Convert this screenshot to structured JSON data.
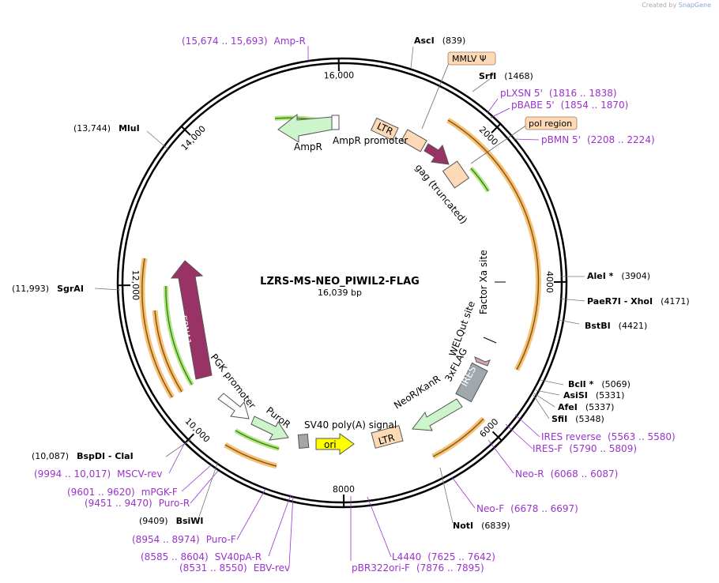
{
  "credit": {
    "prefix": "Created by",
    "brand": "SnapGene"
  },
  "title": "LZRS-MS-NEO_PIWIL2-FLAG",
  "length_label": "16,039 bp",
  "total_bp": 16039,
  "ticks": [
    {
      "bp": 2000,
      "label": "2000"
    },
    {
      "bp": 4000,
      "label": "4000"
    },
    {
      "bp": 6000,
      "label": "6000"
    },
    {
      "bp": 8000,
      "label": "8000"
    },
    {
      "bp": 10000,
      "label": "10,000"
    },
    {
      "bp": 12000,
      "label": "12,000"
    },
    {
      "bp": 14000,
      "label": "14,000"
    },
    {
      "bp": 16000,
      "label": "16,000"
    }
  ],
  "features": [
    {
      "name": "MMLV Ψ",
      "start": 900,
      "end": 1450,
      "kind": "ltr",
      "color": "#fdd9b5"
    },
    {
      "name": "pol region",
      "start": 2000,
      "end": 2350,
      "kind": "box",
      "color": "#fdd9b5"
    },
    {
      "name": "Factor Xa site",
      "kind": "text"
    },
    {
      "name": "WELQut site",
      "kind": "text"
    },
    {
      "name": "3xFLAG",
      "kind": "text"
    },
    {
      "name": "IRES",
      "kind": "box",
      "color": "#a0a8ad"
    },
    {
      "name": "NeoR/KanR",
      "kind": "arrow",
      "color": "#ccf5cc"
    },
    {
      "name": "SV40 poly(A) signal",
      "kind": "text"
    },
    {
      "name": "LTR",
      "kind": "box",
      "color": "#fdd9b5"
    },
    {
      "name": "ori",
      "kind": "arrow",
      "color": "#ffff00"
    },
    {
      "name": "PuroR",
      "kind": "arrow",
      "color": "#ccf5cc"
    },
    {
      "name": "PGK promoter",
      "kind": "arrow",
      "color": "#ffffff"
    },
    {
      "name": "EBNA1",
      "kind": "arrow",
      "color": "#993366"
    },
    {
      "name": "AmpR",
      "kind": "arrow",
      "color": "#ccf5cc"
    },
    {
      "name": "AmpR promoter",
      "kind": "box",
      "color": "#ffffff"
    },
    {
      "name": "LTR",
      "kind": "box",
      "color": "#fdd9b5"
    },
    {
      "name": "gag (truncated)",
      "kind": "box",
      "color": "#fdd9b5"
    }
  ],
  "sites": [
    {
      "name": "AscI",
      "pos": "(839)",
      "bp": 839
    },
    {
      "name": "SrfI",
      "pos": "(1468)",
      "bp": 1468
    },
    {
      "name": "AleI *",
      "pos": "(3904)",
      "bp": 3904
    },
    {
      "name": "PaeR7I  - XhoI",
      "pos": "(4171)",
      "bp": 4171
    },
    {
      "name": "BstBI",
      "pos": "(4421)",
      "bp": 4421
    },
    {
      "name": "BclI *",
      "pos": "(5069)",
      "bp": 5069
    },
    {
      "name": "AsiSI",
      "pos": "(5331)",
      "bp": 5331
    },
    {
      "name": "AfeI",
      "pos": "(5337)",
      "bp": 5337
    },
    {
      "name": "SfiI",
      "pos": "(5348)",
      "bp": 5348
    },
    {
      "name": "NotI",
      "pos": "(6839)",
      "bp": 6839
    },
    {
      "name": "BsiWI",
      "pos": "(9409)",
      "bp": 9409
    },
    {
      "name": "BspDI  - ClaI",
      "pos": "(10,087)",
      "bp": 10087
    },
    {
      "name": "SgrAI",
      "pos": "(11,993)",
      "bp": 11993
    },
    {
      "name": "MluI",
      "pos": "(13,744)",
      "bp": 13744
    }
  ],
  "primers": [
    {
      "name": "Amp-R",
      "range": "(15,674 .. 15,693)"
    },
    {
      "name": "pLXSN 5'",
      "range": "(1816 .. 1838)"
    },
    {
      "name": "pBABE 5'",
      "range": "(1854 .. 1870)"
    },
    {
      "name": "pBMN 5'",
      "range": "(2208 .. 2224)"
    },
    {
      "name": "IRES reverse",
      "range": "(5563 .. 5580)"
    },
    {
      "name": "IRES-F",
      "range": "(5790 .. 5809)"
    },
    {
      "name": "Neo-R",
      "range": "(6068 .. 6087)"
    },
    {
      "name": "Neo-F",
      "range": "(6678 .. 6697)"
    },
    {
      "name": "L4440",
      "range": "(7625 .. 7642)"
    },
    {
      "name": "pBR322ori-F",
      "range": "(7876 .. 7895)"
    },
    {
      "name": "EBV-rev",
      "range": "(8531 .. 8550)"
    },
    {
      "name": "SV40pA-R",
      "range": "(8585 .. 8604)"
    },
    {
      "name": "Puro-F",
      "range": "(8954 .. 8974)"
    },
    {
      "name": "Puro-R",
      "range": "(9451 .. 9470)"
    },
    {
      "name": "mPGK-F",
      "range": "(9601 .. 9620)"
    },
    {
      "name": "MSCV-rev",
      "range": "(9994 .. 10,017)"
    }
  ],
  "colors": {
    "primer": "#9933cc",
    "backbone": "#000000",
    "orf_fill": "#f2b25c",
    "orf_stroke": "#8b5a00",
    "green_arrow": "#3c8d00",
    "ebna1": "#993366",
    "ltr": "#fdd9b5",
    "ori": "#ffff00",
    "ires": "#a0a8ad"
  }
}
